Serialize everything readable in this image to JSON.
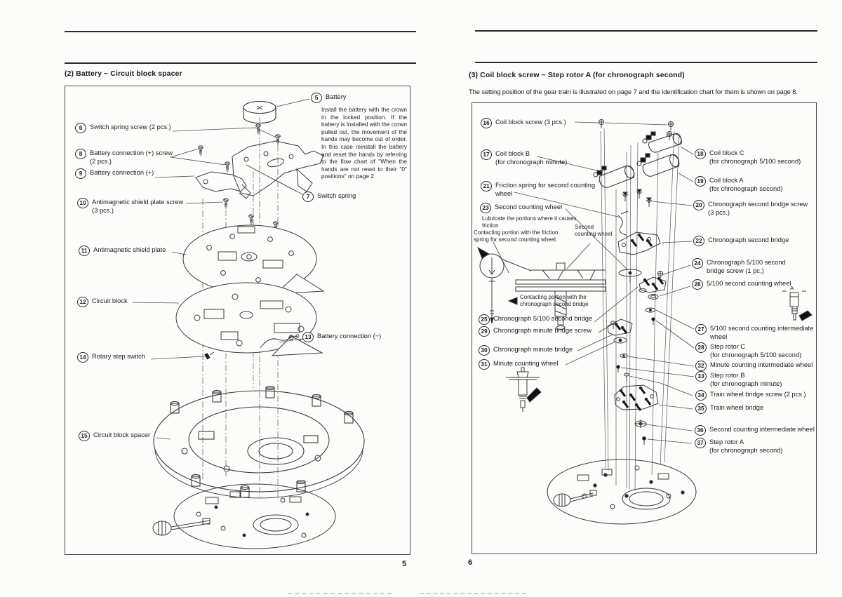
{
  "page_left": {
    "section_title": "(2)  Battery  ~  Circuit block spacer",
    "page_number": "5",
    "battery_note": "Install  the  battery  with  the crown  in  the  locked  position. If  the  battery  is  installed  with the crown pulled out, the movement of  the hands may become out  of  order.  In  this  case  reinstall  the  battery and  reset  the hands  by  referring  to  the  flow chart  of  \"When  the  hands  are not reset to their \"0\" positions\" on page 2.",
    "parts": {
      "p5": {
        "num": "5",
        "label": "Battery"
      },
      "p6": {
        "num": "6",
        "label": "Switch spring screw (2 pcs.)"
      },
      "p7": {
        "num": "7",
        "label": "Switch spring"
      },
      "p8": {
        "num": "8",
        "label": "Battery connection (+) screw",
        "sub": "(2 pcs.)"
      },
      "p9": {
        "num": "9",
        "label": "Battery connection (+)"
      },
      "p10": {
        "num": "10",
        "label": "Antimagnetic shield plate screw",
        "sub": "(3 pcs.)"
      },
      "p11": {
        "num": "11",
        "label": "Antimagnetic shield plate"
      },
      "p12": {
        "num": "12",
        "label": "Circuit block"
      },
      "p13": {
        "num": "13",
        "label": "Battery connection (−)"
      },
      "p14": {
        "num": "14",
        "label": "Rotary step switch"
      },
      "p15": {
        "num": "15",
        "label": "Circuit block spacer"
      }
    }
  },
  "page_right": {
    "section_title": "(3)  Coil block screw ~ Step rotor A (for chronograph second)",
    "intro": "The setting position of the gear train is illustrated on page 7 and the identification chart for them is shown on page 8.",
    "page_number": "6",
    "parts": {
      "p16": {
        "num": "16",
        "label": "Coil block screw (3 pcs.)"
      },
      "p17": {
        "num": "17",
        "label": "Coil block B",
        "sub": "(for chronograph minute)"
      },
      "p18": {
        "num": "18",
        "label": "Coil block C",
        "sub": "(for chronograph 5/100 second)"
      },
      "p19": {
        "num": "19",
        "label": "Coil block A",
        "sub": "(for chronograph second)"
      },
      "p20": {
        "num": "20",
        "label": "Chronograph second bridge screw",
        "sub": "(3 pcs.)"
      },
      "p21": {
        "num": "21",
        "label": "Friction spring for second counting",
        "sub": "wheel"
      },
      "p22": {
        "num": "22",
        "label": "Chronograph second bridge"
      },
      "p23": {
        "num": "23",
        "label": "Second counting wheel"
      },
      "p24": {
        "num": "24",
        "label": "Chronograph 5/100 second",
        "sub": "bridge screw (1 pc.)"
      },
      "p25": {
        "num": "25",
        "label": "Chronograph 5/100 second bridge"
      },
      "p26": {
        "num": "26",
        "label": "5/100 second counting wheel"
      },
      "p27": {
        "num": "27",
        "label": "5/100 second counting intermediate",
        "sub": "wheel"
      },
      "p28": {
        "num": "28",
        "label": "Step rotor C",
        "sub": "(for chronograph 5/100 second)"
      },
      "p29": {
        "num": "29",
        "label": "Chronograph minute bridge screw"
      },
      "p30": {
        "num": "30",
        "label": "Chronograph minute bridge"
      },
      "p31": {
        "num": "31",
        "label": "Minute counting wheel"
      },
      "p32": {
        "num": "32",
        "label": "Minute counting intermediate wheel"
      },
      "p33": {
        "num": "33",
        "label": "Step rotor B",
        "sub": "(for chronograph minute)"
      },
      "p34": {
        "num": "34",
        "label": "Train wheel bridge screw (2 pcs.)"
      },
      "p35": {
        "num": "35",
        "label": "Train wheel bridge"
      },
      "p36": {
        "num": "36",
        "label": "Second counting intermediate wheel"
      },
      "p37": {
        "num": "37",
        "label": "Step rotor A",
        "sub": "(for chronograph second)"
      }
    },
    "inset": {
      "lubricate_note": "Lubricate the portions where it causes friction",
      "contact_friction_note": "Contacting portion with the friction spring for second counting wheel.",
      "wheel_caption": "Second counting wheel",
      "contact_bridge_note": "Contacting portion with the chronograph second bridge",
      "icon_letter": "A"
    }
  }
}
